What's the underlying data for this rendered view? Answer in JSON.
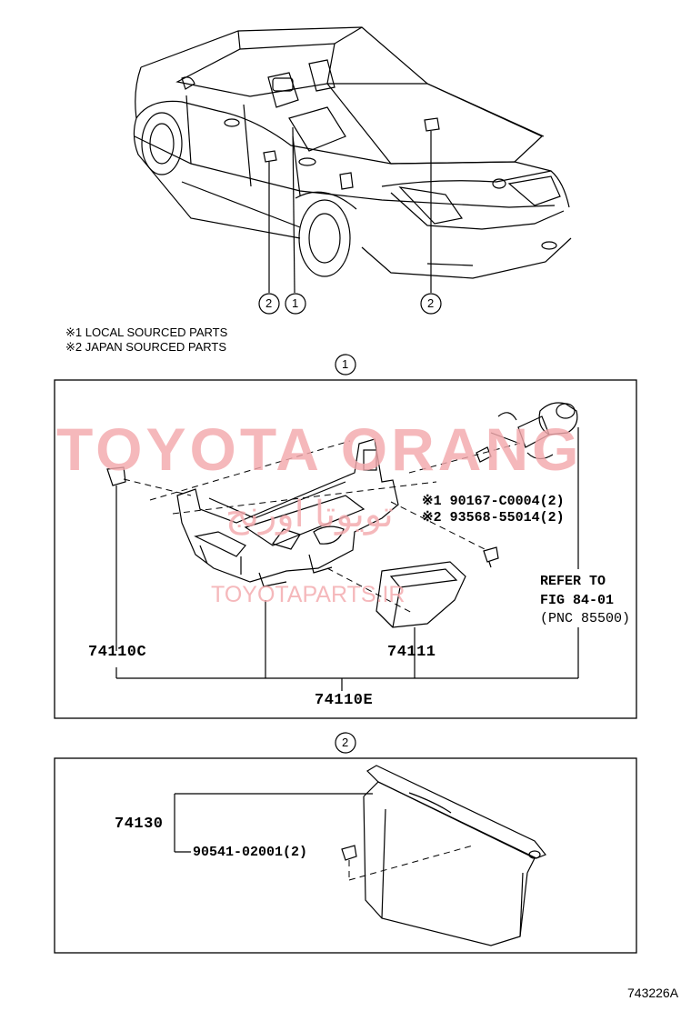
{
  "callouts": [
    "2",
    "1",
    "2"
  ],
  "legend": {
    "note1": "※1 LOCAL SOURCED PARTS",
    "note2": "※2 JAPAN SOURCED PARTS"
  },
  "section1": {
    "number": "1",
    "fastener1": "※1 90167-C0004(2)",
    "fastener2": "※2 93568-55014(2)",
    "refer": [
      "REFER TO",
      "FIG 84-01",
      "(PNC 85500)"
    ],
    "part_left": "74110C",
    "part_right": "74111",
    "assembly": "74110E"
  },
  "section2": {
    "number": "2",
    "part_main": "74130",
    "clip": "90541-02001(2)"
  },
  "watermarks": {
    "title": "TOYOTA ORANG",
    "arabic": "تويوتا اورنج",
    "url": "TOYOTAPARTS.IR"
  },
  "illustration_code": "743226A"
}
